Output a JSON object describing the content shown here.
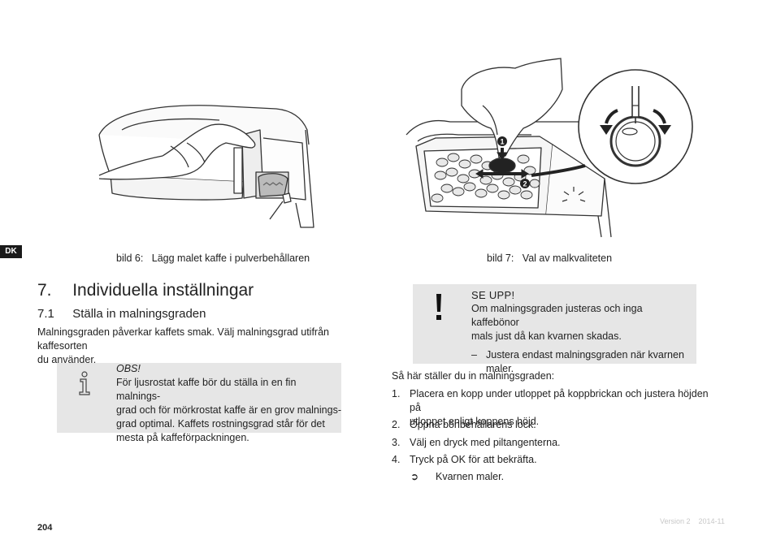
{
  "side_tab": "DK",
  "figures": [
    {
      "label": "bild 6:",
      "caption": "Lägg malet kaffe i pulverbehållaren"
    },
    {
      "label": "bild 7:",
      "caption": "Val av malkvaliteten"
    }
  ],
  "section": {
    "number": "7.",
    "title": "Individuella inställningar"
  },
  "subsection": {
    "number": "7.1",
    "title": "Ställa in malningsgraden"
  },
  "intro_lines": [
    "Malningsgraden påverkar kaffets smak. Välj malningsgrad utifrån kaffesorten",
    "du använder."
  ],
  "note": {
    "icon": "info-i-icon",
    "title": "OBS!",
    "lines": [
      "För ljusrostat kaffe bör du ställa in en fin malnings-",
      "grad och för mörkrostat kaffe är en grov malnings-",
      "grad optimal. Kaffets rostningsgrad står för det",
      "mesta på kaffeförpackningen."
    ]
  },
  "warning": {
    "icon": "exclamation-icon",
    "title": "SE UPP!",
    "lines": [
      "Om malningsgraden justeras och inga kaffebönor",
      "mals just då kan kvarnen skadas."
    ],
    "bullet_marker": "–",
    "bullet_lines": [
      "Justera endast malningsgraden när kvarnen",
      "maler."
    ]
  },
  "steps_intro": "Så här ställer du in malningsgraden:",
  "steps": [
    {
      "num": "1.",
      "lines": [
        "Placera en kopp under utloppet på koppbrickan och justera höjden på",
        "utloppet enligt koppens höjd."
      ]
    },
    {
      "num": "2.",
      "lines": [
        "Öppna bönbehållarens lock."
      ]
    },
    {
      "num": "3.",
      "lines": [
        "Välj en dryck med piltangenterna."
      ]
    },
    {
      "num": "4.",
      "lines": [
        "Tryck på OK för att bekräfta."
      ]
    }
  ],
  "result": {
    "marker": "➲",
    "text": "Kvarnen maler."
  },
  "step_markers": [
    "1",
    "2"
  ],
  "footer": {
    "page": "204",
    "version": "Version 2    2014-11"
  }
}
